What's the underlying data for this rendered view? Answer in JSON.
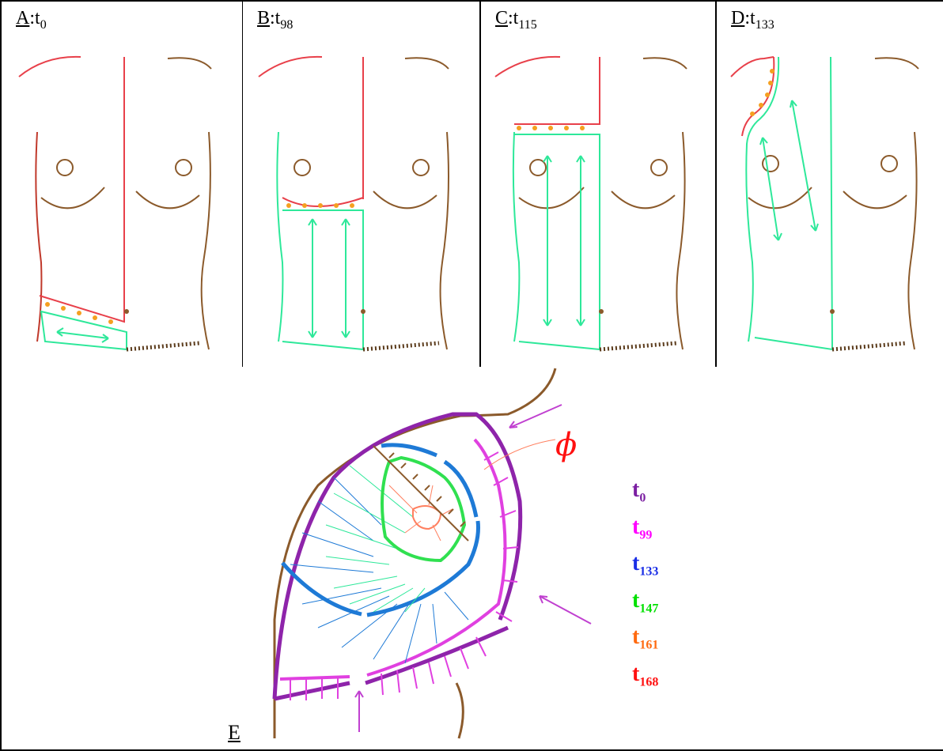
{
  "panels": [
    {
      "letter": "A",
      "sep": ":t",
      "sub": "0"
    },
    {
      "letter": "B",
      "sep": ":t",
      "sub": "98"
    },
    {
      "letter": "C",
      "sep": ":t",
      "sub": "115"
    },
    {
      "letter": "D",
      "sep": ":t",
      "sub": "133"
    }
  ],
  "panel_e": {
    "letter": "E"
  },
  "legend": [
    {
      "t": "t",
      "sub": "0",
      "color": "#7b1fa2"
    },
    {
      "t": "t",
      "sub": "99",
      "color": "#ff00ff"
    },
    {
      "t": "t",
      "sub": "133",
      "color": "#1a2ee6"
    },
    {
      "t": "t",
      "sub": "147",
      "color": "#00e000"
    },
    {
      "t": "t",
      "sub": "161",
      "color": "#ff6a10"
    },
    {
      "t": "t",
      "sub": "168",
      "color": "#ff1010"
    }
  ],
  "diagram_mark": "ϕ",
  "colors": {
    "skin": "#8b5a2b",
    "red": "#e8404a",
    "green": "#2ee89a",
    "orange": "#f5a020",
    "purple": "#8e24aa",
    "magenta": "#e040e0",
    "blue": "#1e7ad6",
    "lightgreen": "#30e050",
    "salmon": "#ff8060"
  }
}
